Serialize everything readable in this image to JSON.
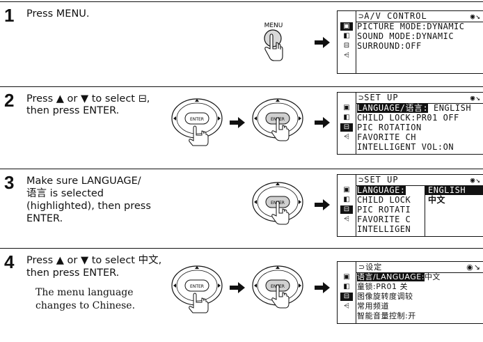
{
  "steps": [
    {
      "number": "1",
      "instruction": "Press MENU.",
      "button_label": "MENU",
      "screen": {
        "title": "A/V CONTROL",
        "lines": [
          "PICTURE MODE:DYNAMIC",
          "SOUND MODE:DYNAMIC",
          "SURROUND:OFF"
        ]
      }
    },
    {
      "number": "2",
      "instruction": [
        "Press ▲ or ▼ to select ⊟,",
        "then press ENTER."
      ],
      "button_label": "ENTER",
      "screen": {
        "title": "SET UP",
        "lines": [
          "LANGUAGE/语言:",
          "ENGLISH",
          "CHILD LOCK:PR01 OFF",
          "PIC ROTATION",
          "FAVORITE CH",
          "INTELLIGENT VOL:ON"
        ]
      }
    },
    {
      "number": "3",
      "instruction": [
        "Make sure LANGUAGE/",
        "语言 is selected",
        "(highlighted), then press",
        "ENTER."
      ],
      "button_label": "ENTER",
      "screen": {
        "title": "SET UP",
        "lines": [
          "LANGUAGE:",
          "CHILD LOCK",
          "PIC ROTATI",
          "FAVORITE C",
          "INTELLIGEN"
        ],
        "options": [
          "ENGLISH",
          "中文"
        ]
      }
    },
    {
      "number": "4",
      "instruction": [
        "Press ▲ or ▼ to select 中文,",
        "then press ENTER."
      ],
      "note": [
        "The menu language",
        "changes to Chinese."
      ],
      "button_label": "ENTER",
      "screen": {
        "title": "设定",
        "lines": [
          "语言/LANGUAGE:",
          "中文",
          "童锁:PR01 关",
          "图像旋转度调较",
          "常用频道",
          "智能音量控制:开"
        ]
      }
    }
  ]
}
